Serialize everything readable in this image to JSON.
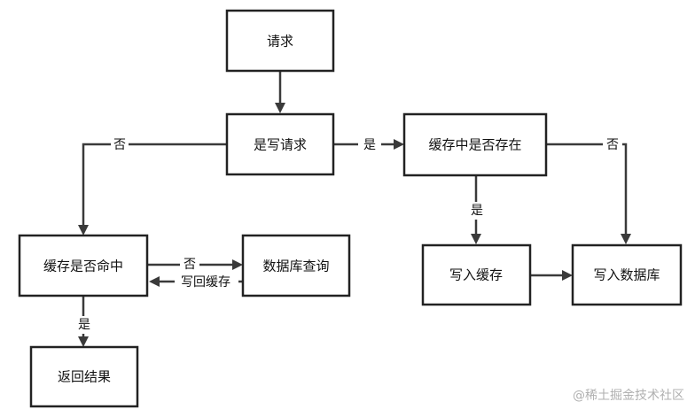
{
  "nodes": {
    "request": "请求",
    "is_write": "是写请求",
    "cache_exists": "缓存中是否存在",
    "cache_hit": "缓存是否命中",
    "db_query": "数据库查询",
    "write_cache": "写入缓存",
    "write_db": "写入数据库",
    "return_result": "返回结果"
  },
  "edges": {
    "is_write_no": "否",
    "is_write_yes": "是",
    "cache_exists_no": "否",
    "cache_exists_yes": "是",
    "cache_hit_no": "否",
    "db_write_back": "写回缓存",
    "cache_hit_yes": "是"
  },
  "watermark": "@稀土掘金技术社区",
  "colors": {
    "stroke": "#222222",
    "line": "#3a3a3a",
    "watermark": "#b0b0b0"
  }
}
